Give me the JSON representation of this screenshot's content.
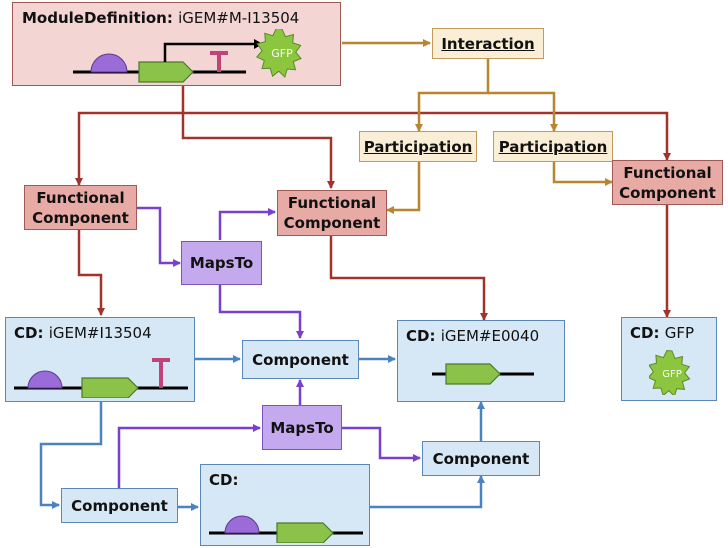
{
  "module_definition": {
    "prefix": "ModuleDefinition:",
    "name": "iGEM#M-I13504",
    "gfp_label": "GFP"
  },
  "interaction": {
    "label": "Interaction"
  },
  "participations": [
    {
      "label": "Participation"
    },
    {
      "label": "Participation"
    }
  ],
  "functional_components": [
    {
      "line1": "Functional",
      "line2": "Component"
    },
    {
      "line1": "Functional",
      "line2": "Component"
    },
    {
      "line1": "Functional",
      "line2": "Component"
    }
  ],
  "maps_to": [
    {
      "label": "MapsTo"
    },
    {
      "label": "MapsTo"
    }
  ],
  "component_definitions": [
    {
      "prefix": "CD:",
      "name": "iGEM#I13504"
    },
    {
      "prefix": "CD:",
      "name": "iGEM#E0040"
    },
    {
      "prefix": "CD:",
      "name": "GFP",
      "gfp_label": "GFP"
    },
    {
      "prefix": "CD:",
      "name": ""
    }
  ],
  "components": [
    {
      "label": "Component"
    },
    {
      "label": "Component"
    },
    {
      "label": "Component"
    }
  ],
  "colors": {
    "module_definition_arrow": "#a0342d",
    "interaction_arrow": "#b8862e",
    "maps_to_arrow": "#7b3fd0",
    "component_arrow": "#4a84c0",
    "promoter": "#9b6bd8",
    "cds": "#8ac24a",
    "terminator": "#c0437a",
    "gfp": "#8cc63f"
  }
}
